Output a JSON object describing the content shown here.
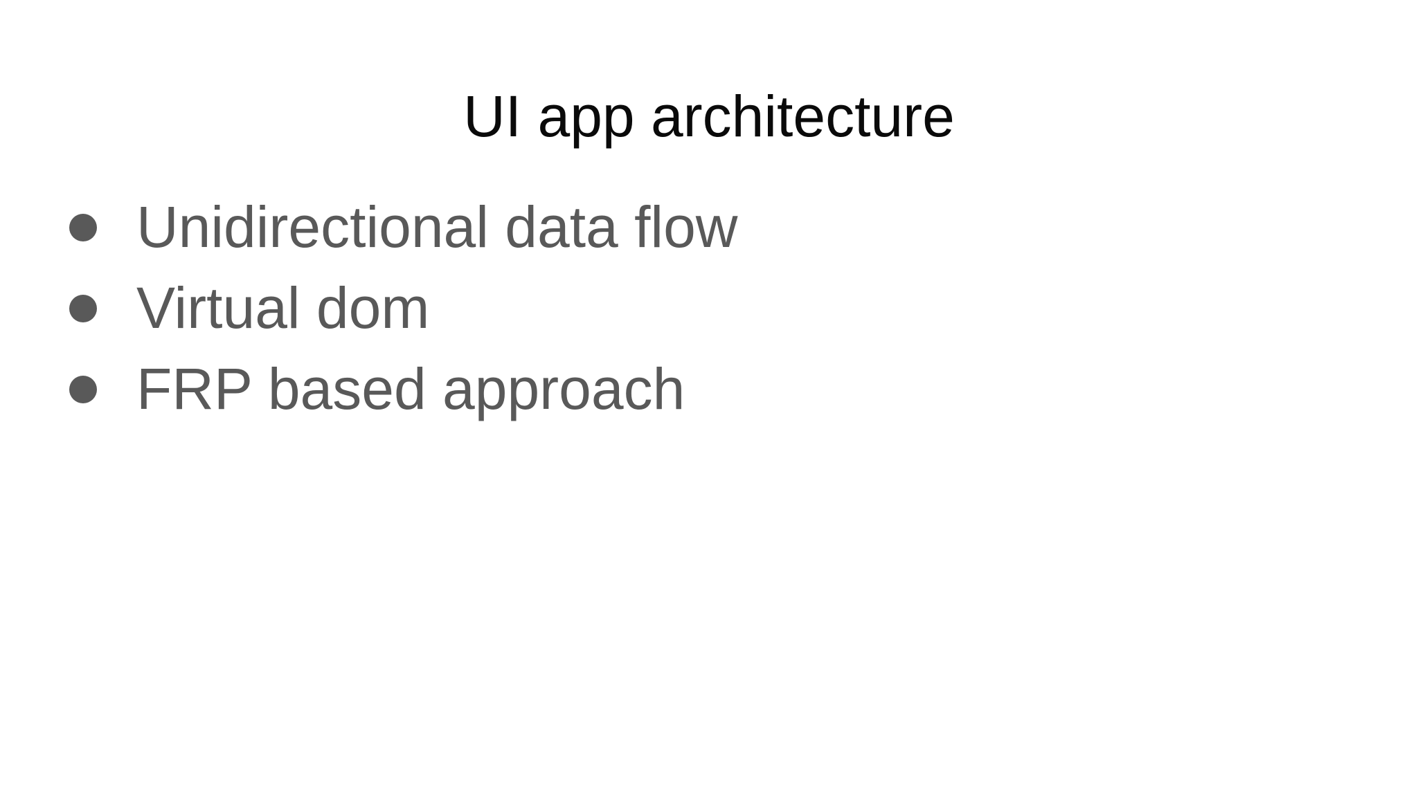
{
  "slide": {
    "title": "UI app architecture",
    "bullets": [
      {
        "text": "Unidirectional data flow"
      },
      {
        "text": "Virtual dom"
      },
      {
        "text": "FRP based approach"
      }
    ],
    "colors": {
      "background": "#ffffff",
      "title_text": "#0a0a0a",
      "body_text": "#595959",
      "bullet_dot": "#595959"
    }
  }
}
